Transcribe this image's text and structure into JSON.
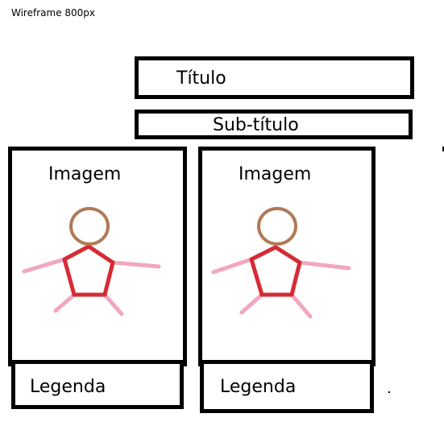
{
  "caption": "Wireframe 800px",
  "header": {
    "title": "Título",
    "subtitle": "Sub-título"
  },
  "cards": [
    {
      "image_label": "Imagem",
      "legend": "Legenda"
    },
    {
      "image_label": "Imagem",
      "legend": "Legenda"
    }
  ],
  "colors": {
    "head": "#b07a57",
    "body": "#d62b35",
    "limbs": "#f2a7bf",
    "border": "#000000"
  }
}
